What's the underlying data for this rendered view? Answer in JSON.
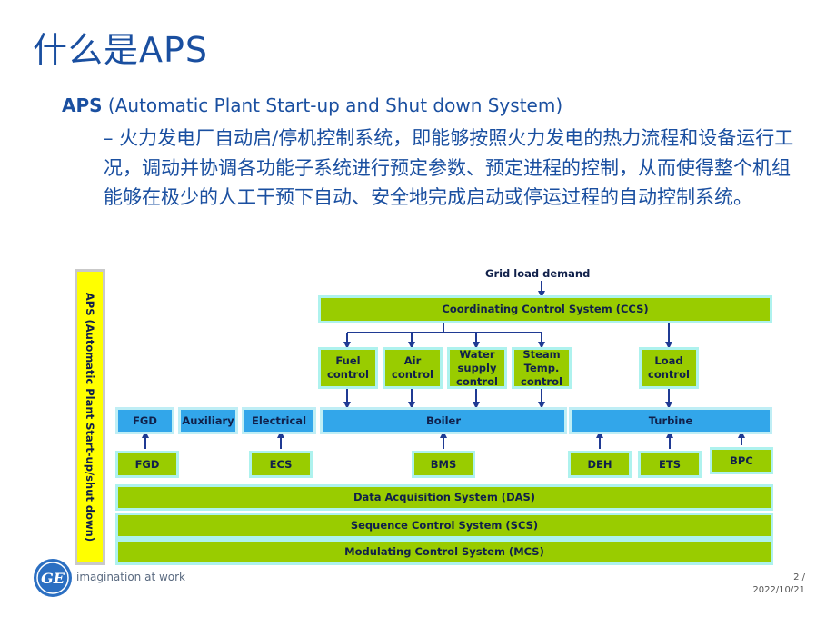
{
  "slide": {
    "title": "什么是APS",
    "bullet_bold": "APS",
    "bullet_rest": " (Automatic Plant Start-up and Shut down System)",
    "sub_bullet": "– 火力发电厂自动启/停机控制系统，即能够按照火力发电的热力流程和设备运行工况，调动并协调各功能子系统进行预定参数、预定进程的控制，从而使得整个机组能够在极少的人工干预下自动、安全地完成启动或停运过程的自动控制系统。"
  },
  "diagram": {
    "aps_vertical": "APS (Automatic Plant Start-up/shut down)",
    "grid_load_demand": "Grid load demand",
    "ccs": "Coordinating Control System (CCS)",
    "fuel_control": "Fuel control",
    "air_control": "Air control",
    "water_supply_control": "Water supply control",
    "steam_temp_control": "Steam Temp. control",
    "load_control": "Load control",
    "fgd_top": "FGD",
    "auxiliary": "Auxiliary",
    "electrical": "Electrical",
    "boiler": "Boiler",
    "turbine": "Turbine",
    "fgd_bottom": "FGD",
    "ecs": "ECS",
    "bms": "BMS",
    "deh": "DEH",
    "ets": "ETS",
    "bpc": "BPC",
    "das": "Data Acquisition System (DAS)",
    "scs": "Sequence Control System (SCS)",
    "mcs": "Modulating Control System (MCS)"
  },
  "footer": {
    "logo_text": "GE",
    "tagline": "imagination at work",
    "page_number": "2 /",
    "date": "2022/10/21"
  },
  "colors": {
    "title_blue": "#1a4fa0",
    "green_box": "#99cc00",
    "blue_box": "#32a6ea",
    "aps_yellow": "#ffff00",
    "arrow_navy": "#1f3a93"
  }
}
